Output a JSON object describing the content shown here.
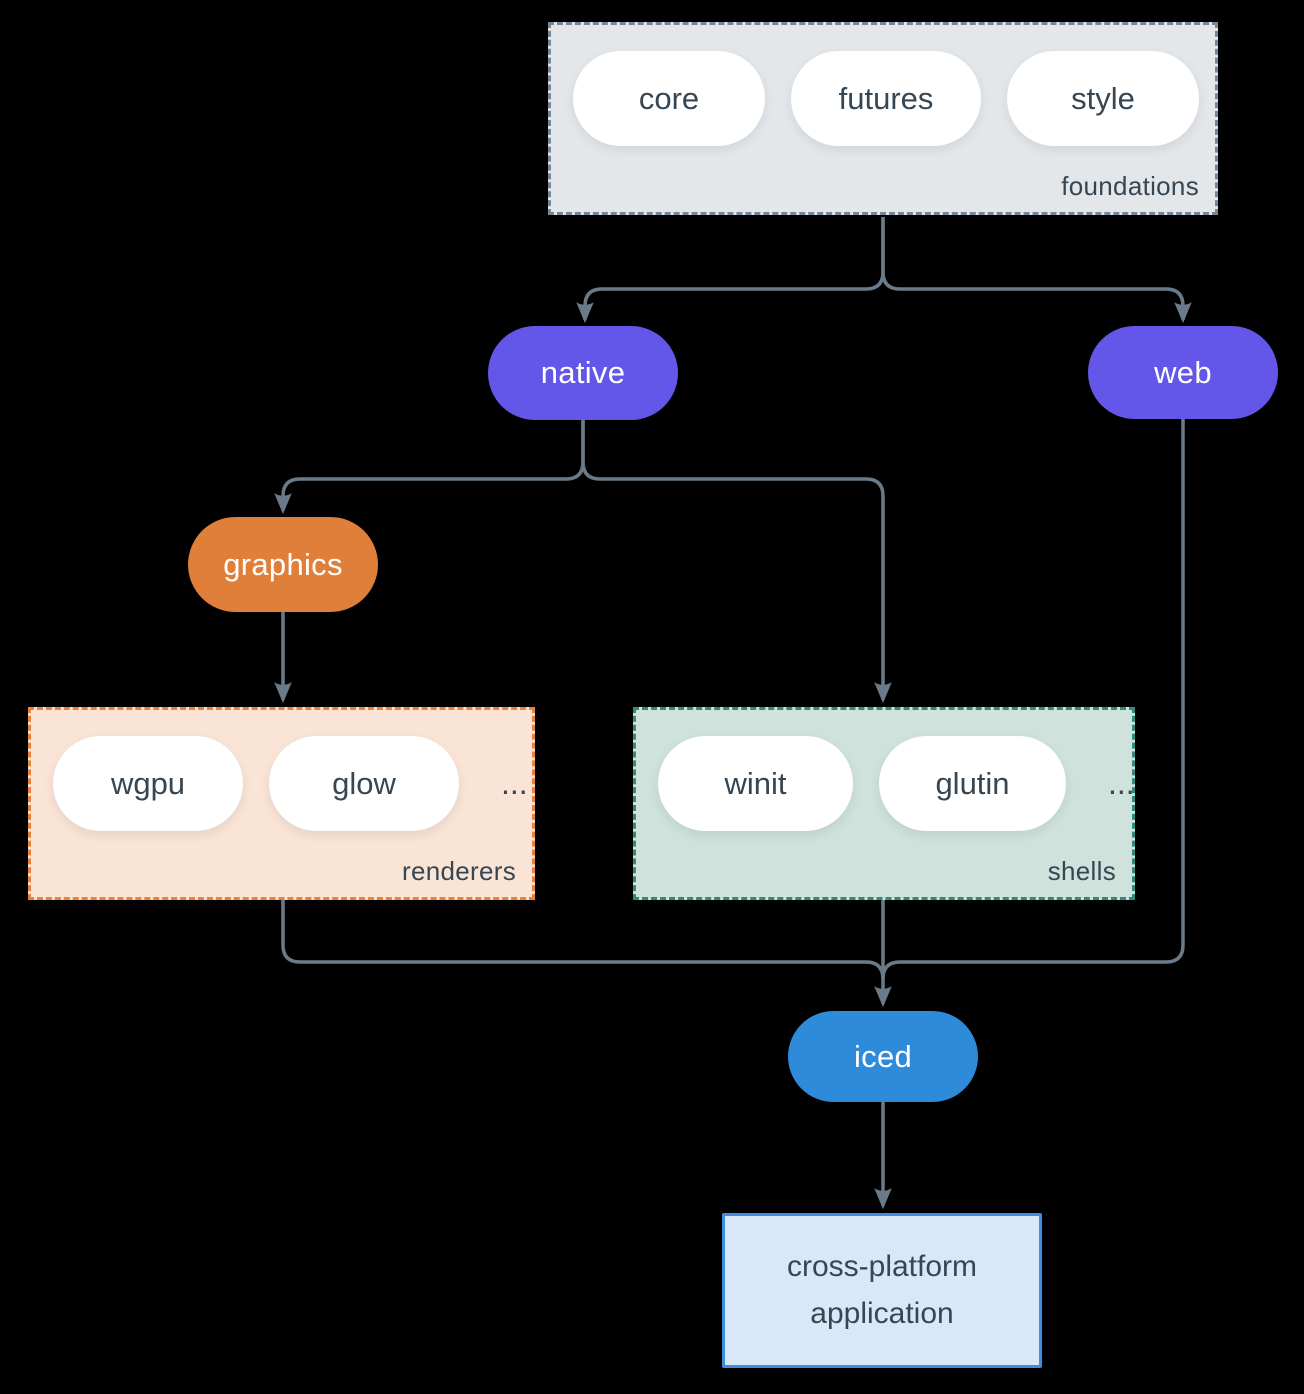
{
  "diagram": {
    "background": "#000000",
    "arrow_color": "#6B7A88",
    "groups": {
      "foundations": {
        "label": "foundations",
        "bg": "#E3E7EA",
        "border": "#76879A",
        "pills": [
          "core",
          "futures",
          "style"
        ]
      },
      "renderers": {
        "label": "renderers",
        "bg": "#FAE4D5",
        "border": "#E8823C",
        "pills": [
          "wgpu",
          "glow"
        ],
        "more": "..."
      },
      "shells": {
        "label": "shells",
        "bg": "#CFE2DB",
        "border": "#2F8C7C",
        "pills": [
          "winit",
          "glutin"
        ],
        "more": "..."
      }
    },
    "nodes": {
      "native": {
        "label": "native",
        "bg": "#6456E9"
      },
      "web": {
        "label": "web",
        "bg": "#6456E9"
      },
      "graphics": {
        "label": "graphics",
        "bg": "#E07F39"
      },
      "iced": {
        "label": "iced",
        "bg": "#2E8BDA"
      },
      "app": {
        "label": "cross-platform application",
        "bg": "#D7E8F8",
        "border": "#3F8FDE"
      }
    }
  }
}
